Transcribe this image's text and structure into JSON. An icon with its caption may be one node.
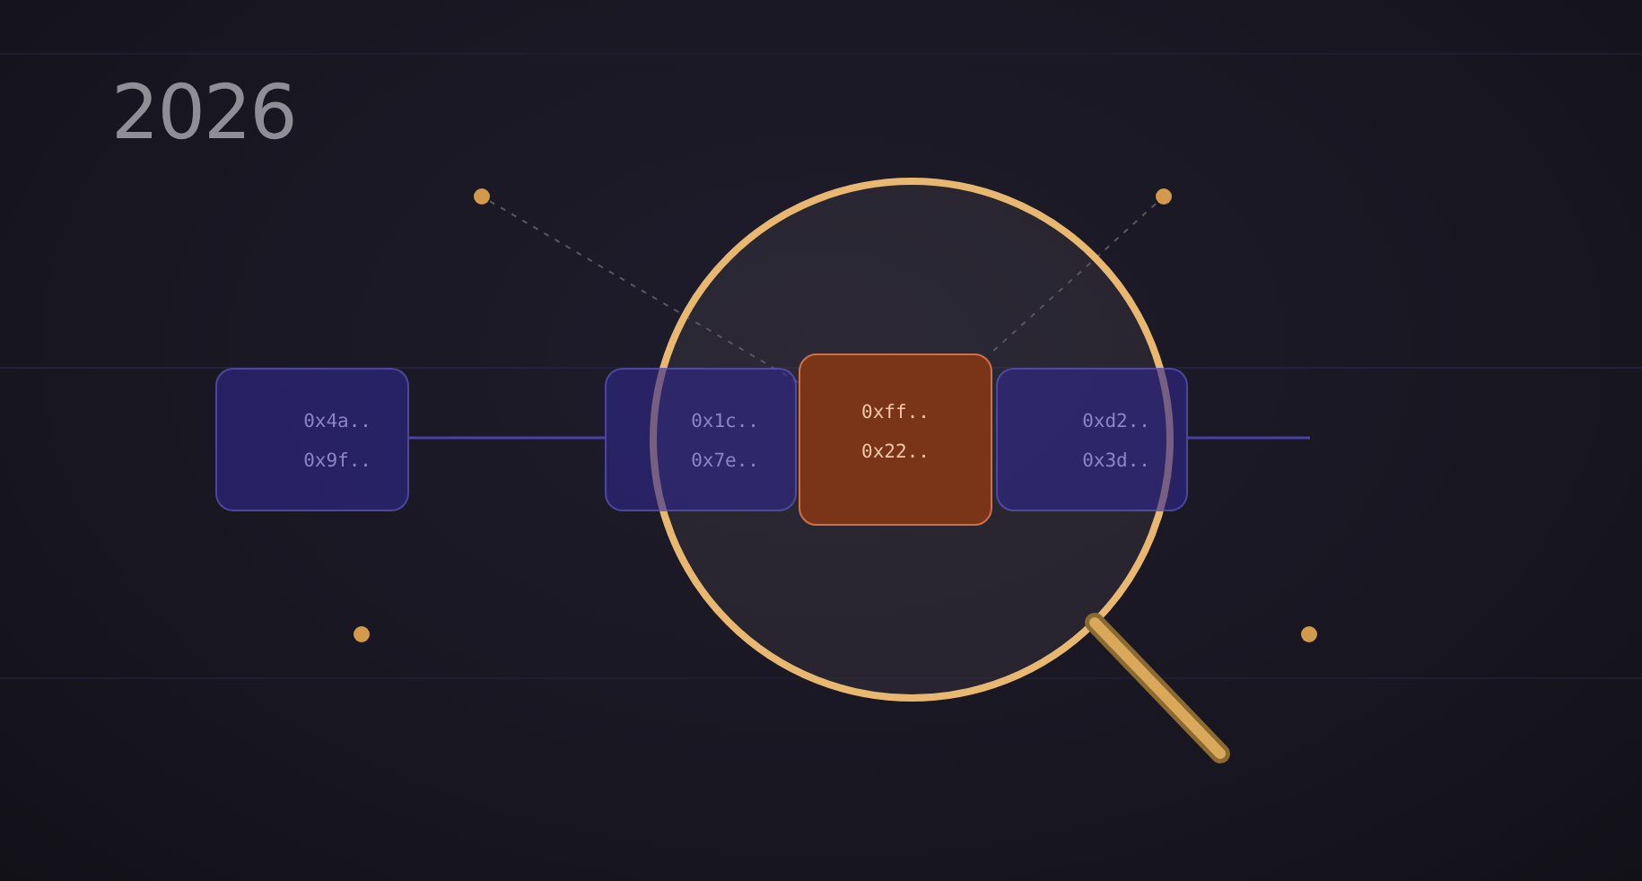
{
  "diagram": {
    "title": "2026",
    "nodes": [
      {
        "text": [
          "0x4a..",
          "0x9f.."
        ]
      },
      {
        "text": [
          "0x1c..",
          "0x7e.."
        ]
      },
      {
        "text": [
          "0xff..",
          "0x22.."
        ]
      },
      {
        "text": [
          "0xd2..",
          "0x3d.."
        ]
      },
      {
        "text": [],
        "shape": "circle"
      },
      {
        "text": [],
        "shape": "circle"
      },
      {
        "text": [],
        "shape": "circle"
      },
      {
        "text": [],
        "shape": "circle"
      }
    ],
    "edges": [
      {
        "from": 0,
        "to": 1,
        "arrow": "none"
      },
      {
        "from": 3,
        "to": null,
        "arrow": "none"
      },
      {
        "from": 4,
        "to": 2,
        "arrow": "none",
        "style": "dashed",
        "color": "#5a5568"
      },
      {
        "from": 5,
        "to": 2,
        "arrow": "none",
        "style": "dashed",
        "color": "#5a5568"
      }
    ]
  }
}
